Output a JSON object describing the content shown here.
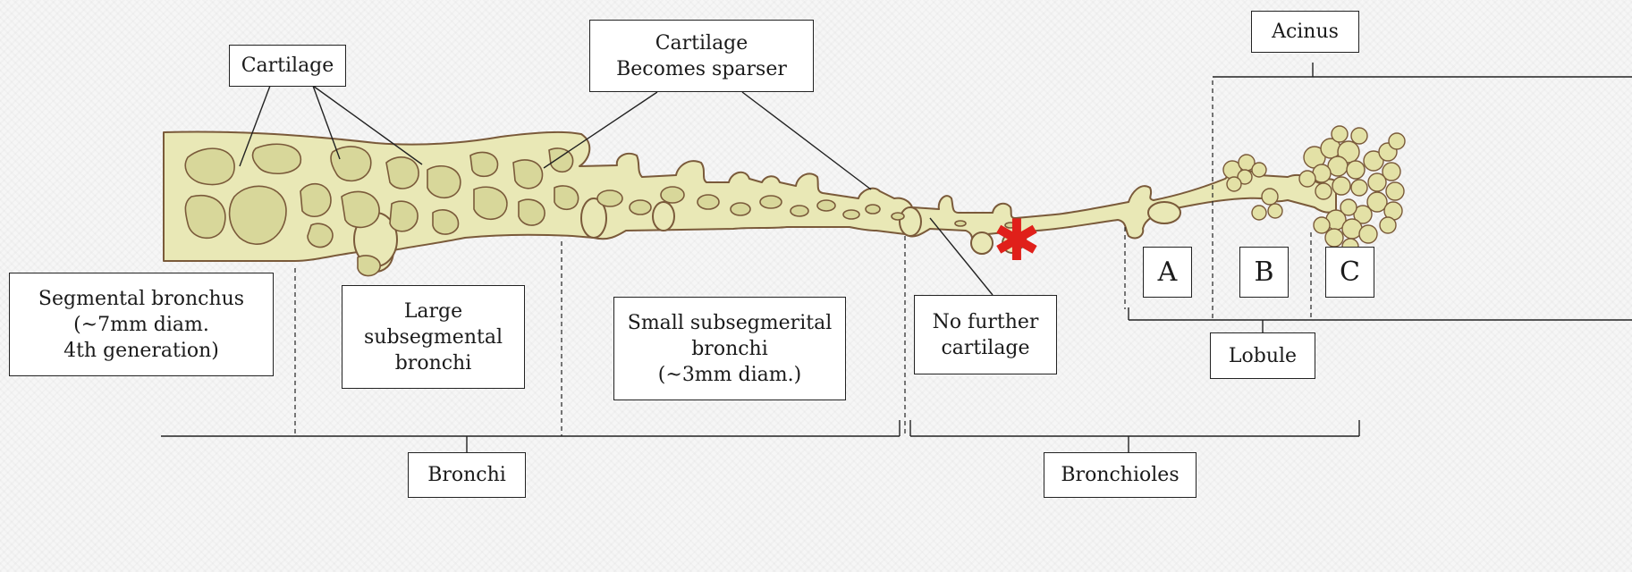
{
  "labels": {
    "cartilage": "Cartilage",
    "cartilage_sparser": [
      "Cartilage",
      "Becomes sparser"
    ],
    "acinus": "Acinus",
    "segmental": [
      "Segmental bronchus",
      "(~7mm diam.",
      "4th generation)"
    ],
    "large_subsegmental": [
      "Large",
      "subsegmental",
      "bronchi"
    ],
    "small_subsegmental": [
      "Small subsegmerital",
      "bronchi",
      "(~3mm diam.)"
    ],
    "no_further": [
      "No further",
      "cartilage"
    ],
    "zone_a": "A",
    "zone_b": "B",
    "zone_c": "C",
    "lobule": "Lobule",
    "bronchi": "Bronchi",
    "bronchioles": "Bronchioles",
    "asterisk": "✱"
  },
  "colors": {
    "airway_fill": "#e9e8b6",
    "airway_stroke": "#7a5a3a",
    "cartilage_plate": "#d8d79a",
    "lines": "#222222",
    "asterisk": "#e0201a"
  }
}
